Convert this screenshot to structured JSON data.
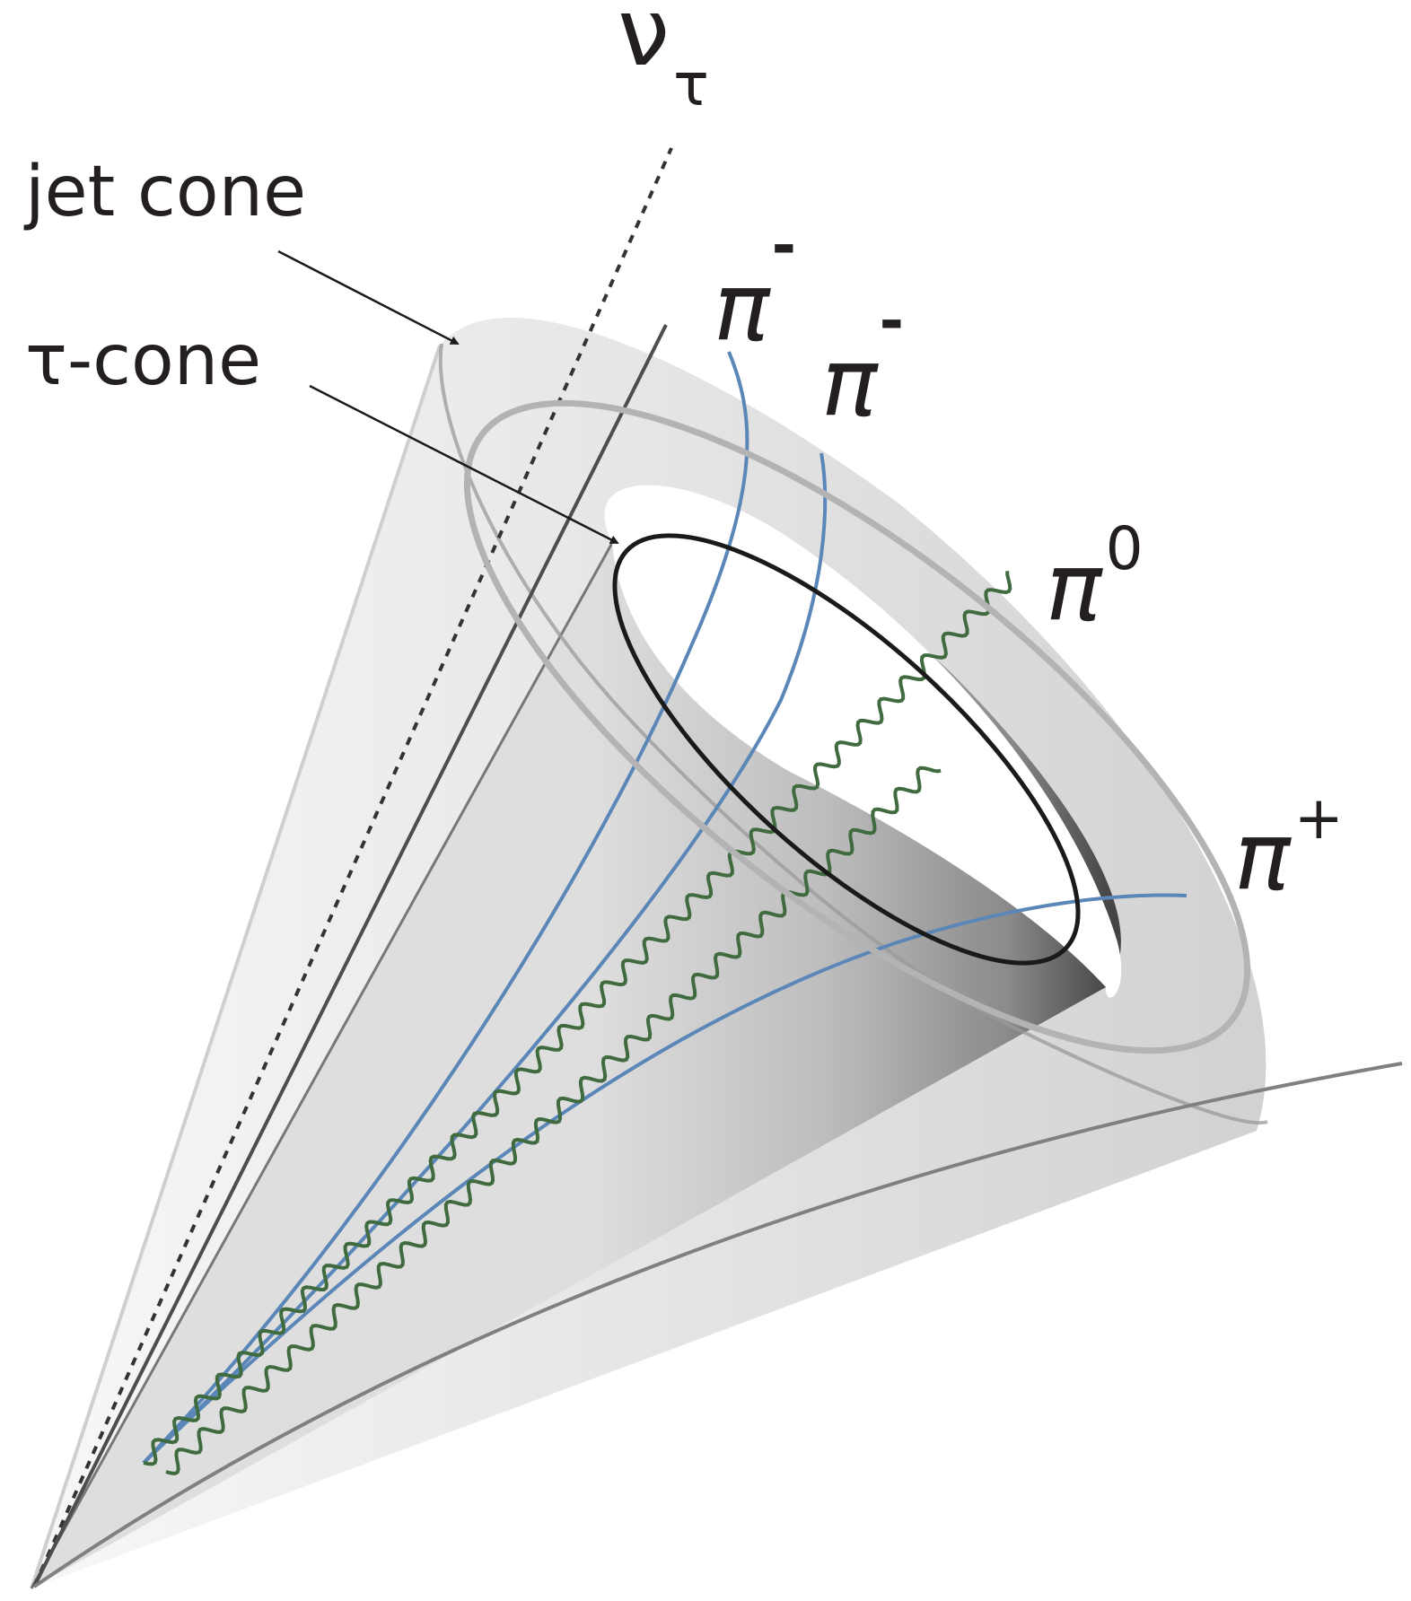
{
  "labels": {
    "jet_cone": "jet cone",
    "tau_cone": "τ-cone",
    "neutrino": {
      "symbol": "ν",
      "subscript": "τ"
    },
    "pi_minus_1": {
      "symbol": "π",
      "superscript": "-"
    },
    "pi_minus_2": {
      "symbol": "π",
      "superscript": "-"
    },
    "pi_zero": {
      "symbol": "π",
      "superscript": "0"
    },
    "pi_plus": {
      "symbol": "π",
      "superscript": "+"
    }
  },
  "colors": {
    "jet_cone_outline": "#b3b3b3",
    "tau_cone_outline": "#1a1a1a",
    "charged_pion_track": "#5b86b8",
    "neutral_pion_track": "#3f6b3f",
    "axis_line": "#4d4d4d",
    "text": "#231f20"
  }
}
